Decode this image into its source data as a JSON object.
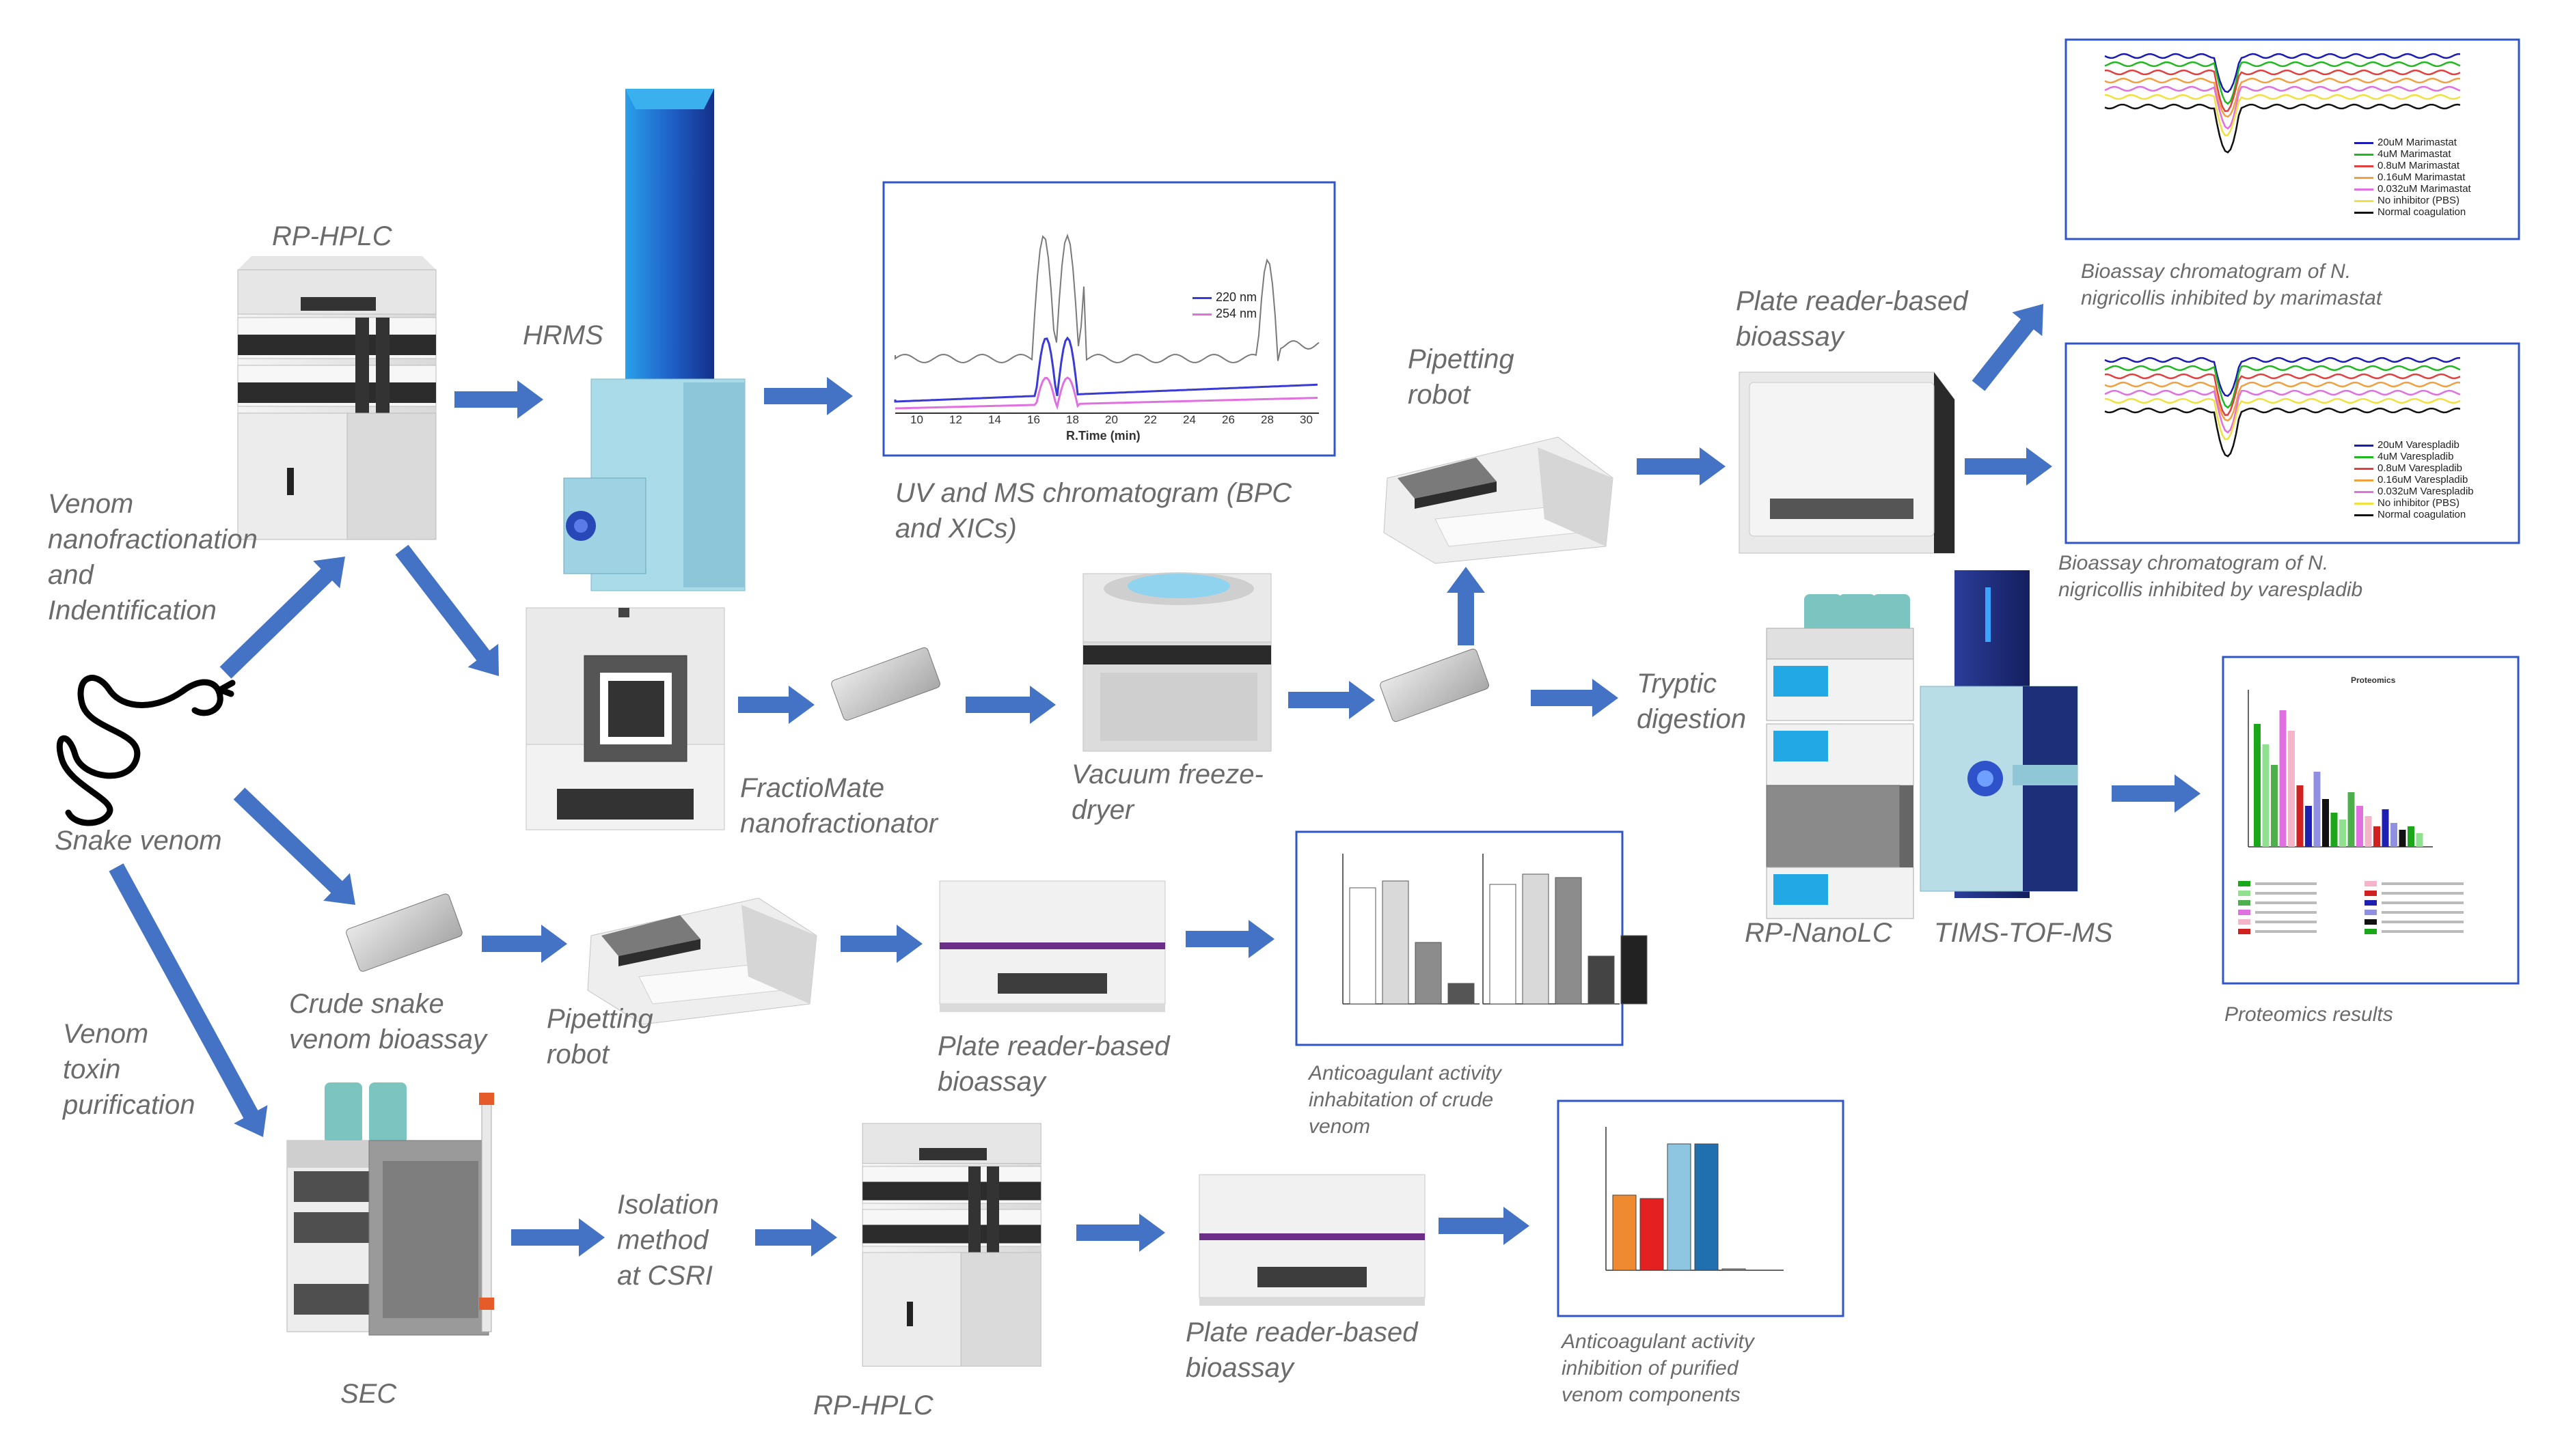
{
  "labels": {
    "rp_hplc_top": "RP-HPLC",
    "hrms": "HRMS",
    "venom_nano": "Venom\nnanofractionation\nand\nIndentification",
    "snake_venom": "Snake venom",
    "venom_toxin": "Venom\ntoxin\npurification",
    "fractiomate": "FractioMate\nnanofractionator",
    "vacuum": "Vacuum freeze-\ndryer",
    "uv_ms": "UV and MS chromatogram (BPC\nand XICs)",
    "pipetting_robot_top": "Pipetting\nrobot",
    "plate_reader_top": "Plate reader-based\nbioassay",
    "tryptic": "Tryptic\ndigestion",
    "bioassay_marimastat": "Bioassay chromatogram  of N.\nnigricollis inhibited by marimastat",
    "bioassay_varespladib": "Bioassay chromatogram  of N.\nnigricollis inhibited by varespladib",
    "rp_nanolc": "RP-NanoLC",
    "tims_tof": "TIMS-TOF-MS",
    "proteomics_results": "Proteomics  results",
    "crude_bioassay": "Crude snake\nvenom bioassay",
    "pipetting_robot_mid": "Pipetting\nrobot",
    "plate_reader_mid": "Plate reader-based\nbioassay",
    "anticoag_crude": "Anticoagulant activity\ninhabitation of crude\nvenom",
    "isolation": "Isolation\nmethod\nat CSRI",
    "sec": "SEC",
    "rp_hplc_bottom": "RP-HPLC",
    "plate_reader_bottom": "Plate reader-based\nbioassay",
    "anticoag_purified": "Anticoagulant activity\ninhibition of purified\nvenom components"
  },
  "chromatogram": {
    "xaxis_label": "R.Time (min)",
    "ticks": [
      "10",
      "12",
      "14",
      "16",
      "18",
      "20",
      "22",
      "24",
      "26",
      "28",
      "30"
    ],
    "legend": [
      {
        "name": "220 nm",
        "color": "#3a3ad6"
      },
      {
        "name": "254 nm",
        "color": "#e070e0"
      }
    ]
  },
  "marimastat_legend": [
    {
      "name": "20uM Marimastat",
      "color": "#1a1ab4"
    },
    {
      "name": "4uM Marimastat",
      "color": "#22b822"
    },
    {
      "name": "0.8uM Marimastat",
      "color": "#e04040"
    },
    {
      "name": "0.16uM Marimastat",
      "color": "#f0a040"
    },
    {
      "name": "0.032uM Marimastat",
      "color": "#e070e0"
    },
    {
      "name": "No inhibitor (PBS)",
      "color": "#f0e040"
    },
    {
      "name": "Normal coagulation",
      "color": "#111111"
    }
  ],
  "varespladib_legend": [
    {
      "name": "20uM Varespladib",
      "color": "#1a1ab4"
    },
    {
      "name": "4uM Varespladib",
      "color": "#22b822"
    },
    {
      "name": "0.8uM Varespladib",
      "color": "#e04040"
    },
    {
      "name": "0.16uM Varespladib",
      "color": "#f0a040"
    },
    {
      "name": "0.032uM Varespladib",
      "color": "#e070e0"
    },
    {
      "name": "No inhibitor (PBS)",
      "color": "#f0e040"
    },
    {
      "name": "Normal coagulation",
      "color": "#111111"
    }
  ],
  "proteomics_title": "Proteomics",
  "colors": {
    "arrow": "#4472c4",
    "label": "#6b6b6b",
    "frame": "#2f55c8",
    "instrument_purple": "#6b2f8a",
    "screen_blue": "#2aa7e0",
    "hrms_blue": "#2e6fd8"
  }
}
